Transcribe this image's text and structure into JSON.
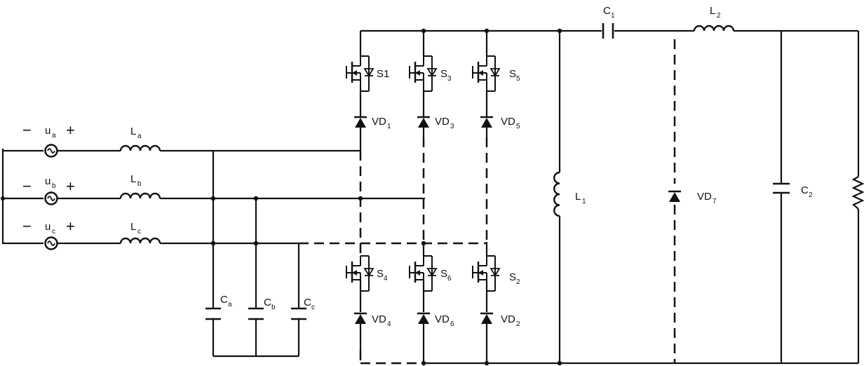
{
  "sources": [
    {
      "name": "u",
      "sub": "a",
      "minus": "−",
      "plus": "+"
    },
    {
      "name": "u",
      "sub": "b",
      "minus": "−",
      "plus": "+"
    },
    {
      "name": "u",
      "sub": "c",
      "minus": "−",
      "plus": "+"
    }
  ],
  "input_inductors": [
    {
      "name": "L",
      "sub": "a"
    },
    {
      "name": "L",
      "sub": "b"
    },
    {
      "name": "L",
      "sub": "c"
    }
  ],
  "filter_capacitors": [
    {
      "name": "C",
      "sub": "a"
    },
    {
      "name": "C",
      "sub": "b"
    },
    {
      "name": "C",
      "sub": "c"
    }
  ],
  "switches_upper": [
    {
      "name": "S1",
      "sub": ""
    },
    {
      "name": "S",
      "sub": "3"
    },
    {
      "name": "S",
      "sub": "5"
    }
  ],
  "switches_lower": [
    {
      "name": "S",
      "sub": "4"
    },
    {
      "name": "S",
      "sub": "6"
    },
    {
      "name": "S",
      "sub": "2"
    }
  ],
  "diodes_upper": [
    {
      "name": "VD",
      "sub": "1"
    },
    {
      "name": "VD",
      "sub": "3"
    },
    {
      "name": "VD",
      "sub": "5"
    }
  ],
  "diodes_lower": [
    {
      "name": "VD",
      "sub": "4"
    },
    {
      "name": "VD",
      "sub": "6"
    },
    {
      "name": "VD",
      "sub": "2"
    }
  ],
  "output": {
    "C1": {
      "name": "C",
      "sub": "1"
    },
    "L2": {
      "name": "L",
      "sub": "2"
    },
    "L1": {
      "name": "L",
      "sub": "1"
    },
    "VD7": {
      "name": "VD",
      "sub": "7"
    },
    "C2": {
      "name": "C",
      "sub": "2"
    }
  }
}
